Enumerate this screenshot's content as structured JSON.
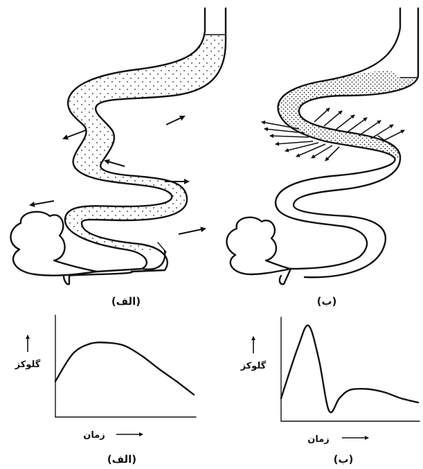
{
  "panels": {
    "left_diagram_caption": "(الف)",
    "right_diagram_caption": "(ب)",
    "left_graph_caption": "(الف)",
    "right_graph_caption": "(ب)"
  },
  "graphs": {
    "y_label": "گلوکز",
    "x_label": "زمان"
  },
  "chart_data": [
    {
      "type": "line",
      "panel": "(الف)",
      "xlabel": "زمان",
      "ylabel": "گلوکز",
      "x": [
        0,
        1,
        2,
        3,
        4,
        5,
        6,
        7,
        8
      ],
      "values": [
        0.35,
        0.62,
        0.72,
        0.73,
        0.7,
        0.6,
        0.47,
        0.35,
        0.22
      ]
    },
    {
      "type": "line",
      "panel": "(ب)",
      "xlabel": "زمان",
      "ylabel": "گلوکز",
      "x": [
        0,
        1,
        1.6,
        2.2,
        2.8,
        3.4,
        4,
        5,
        6,
        7,
        8
      ],
      "values": [
        0.22,
        0.72,
        0.92,
        0.6,
        0.1,
        0.22,
        0.3,
        0.31,
        0.28,
        0.22,
        0.18
      ]
    }
  ]
}
